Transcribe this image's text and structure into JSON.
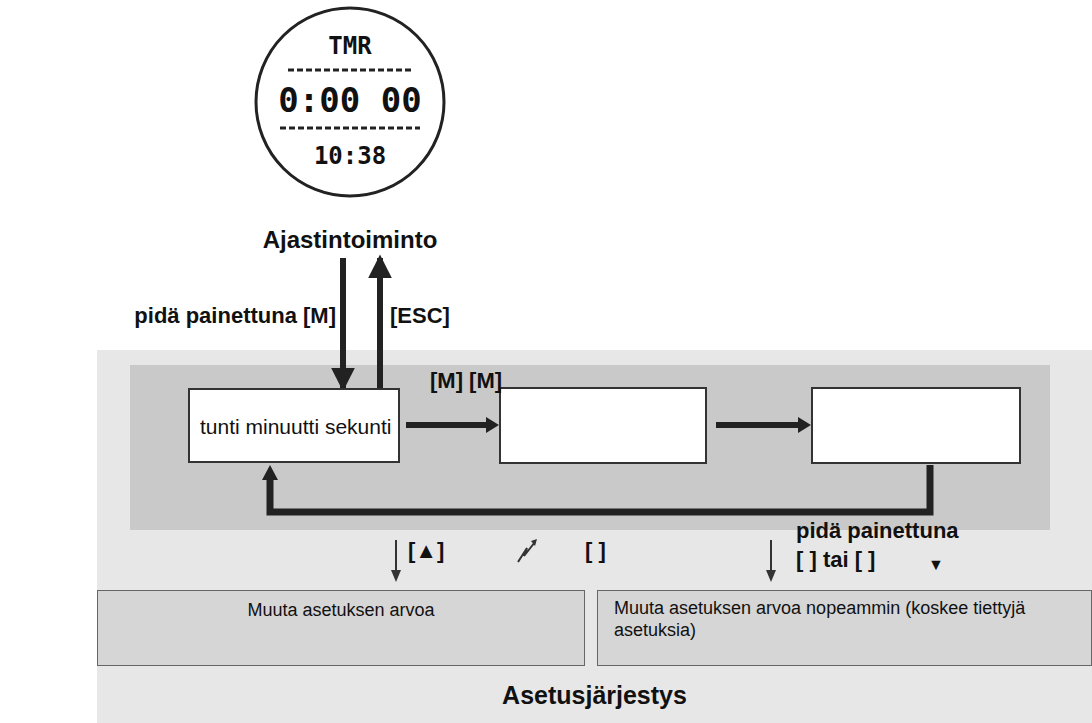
{
  "diagram": {
    "nodes": [
      {
        "text": [
          "TMR",
          "0:00 00",
          "10:38",
          "Ajastintoiminto"
        ]
      },
      {
        "text": [
          "Asetusjärjestys"
        ]
      },
      {
        "text": [
          "tunti minuutti sekunti"
        ],
        "in": 1
      },
      {
        "text": [
          "Muuta asetuksen arvoa"
        ],
        "in": 1
      },
      {
        "text": [
          "Muuta asetuksen arvoa nopeammin (koskee tiettyjä asetuksia)"
        ],
        "in": 1
      }
    ],
    "edges": [
      {
        "from": 0,
        "to": 2,
        "label": "pidä painettuna [M]",
        "arrow": "to"
      },
      {
        "from": 2,
        "to": 0,
        "label": "[ESC]",
        "arrow": "to"
      }
    ],
    "labels": [
      "[M] [M]",
      "[▲]",
      "[ ]",
      "pidä painettuna",
      "[ ] tai [ ]",
      "▼"
    ]
  }
}
